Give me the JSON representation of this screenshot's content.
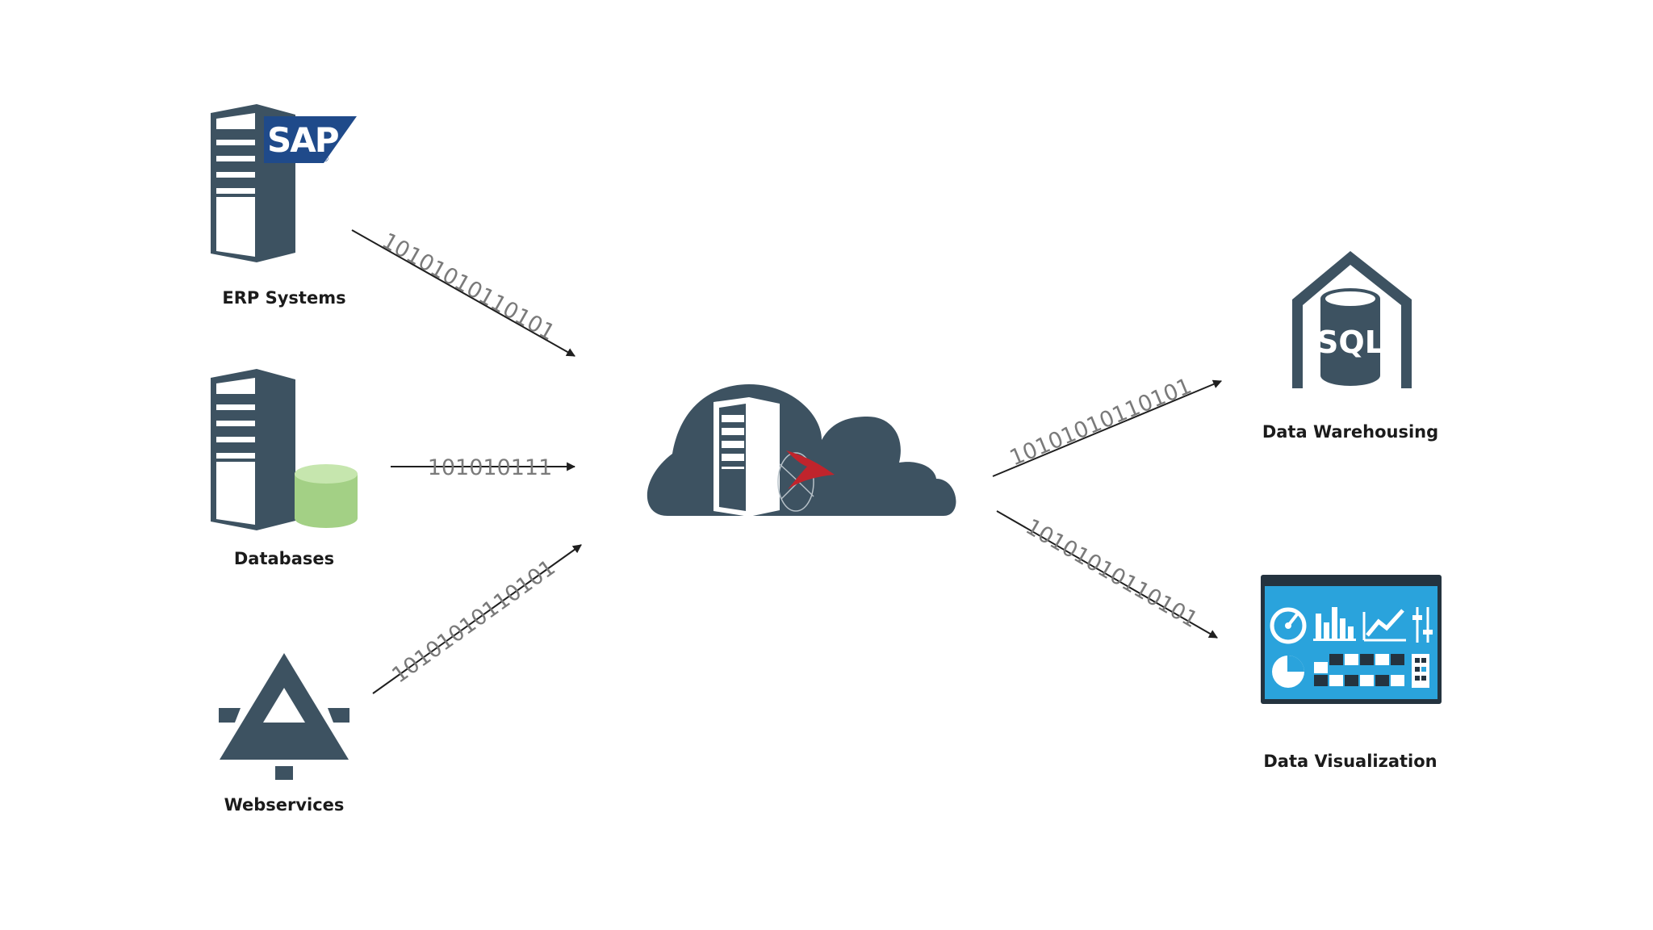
{
  "sources": [
    {
      "id": "erp",
      "label": "ERP Systems",
      "logo_text": "SAP",
      "logo_mark": "®"
    },
    {
      "id": "databases",
      "label": "Databases"
    },
    {
      "id": "webservices",
      "label": "Webservices"
    }
  ],
  "hub": {
    "icon": "cloud-server-icon"
  },
  "targets": [
    {
      "id": "warehouse",
      "label": "Data Warehousing",
      "icon_text": "SQL"
    },
    {
      "id": "visualization",
      "label": "Data Visualization"
    }
  ],
  "flows": [
    {
      "from": "ERP Systems",
      "to": "hub",
      "bits": "10101010110101"
    },
    {
      "from": "Databases",
      "to": "hub",
      "bits": "101010111"
    },
    {
      "from": "Webservices",
      "to": "hub",
      "bits": "10101010110101"
    },
    {
      "from": "hub",
      "to": "Data Warehousing",
      "bits": "10101010110101"
    },
    {
      "from": "hub",
      "to": "Data Visualization",
      "bits": "10101010110101"
    }
  ],
  "colors": {
    "slate": "#3d5261",
    "sap_blue": "#1f4a8a",
    "db_green": "#a3d085",
    "db_green_top": "#c6e6ae",
    "dash_blue": "#2aa3dc",
    "dash_dark": "#24333f",
    "accent_red": "#c0242c",
    "arrow": "#1f1f1f"
  }
}
